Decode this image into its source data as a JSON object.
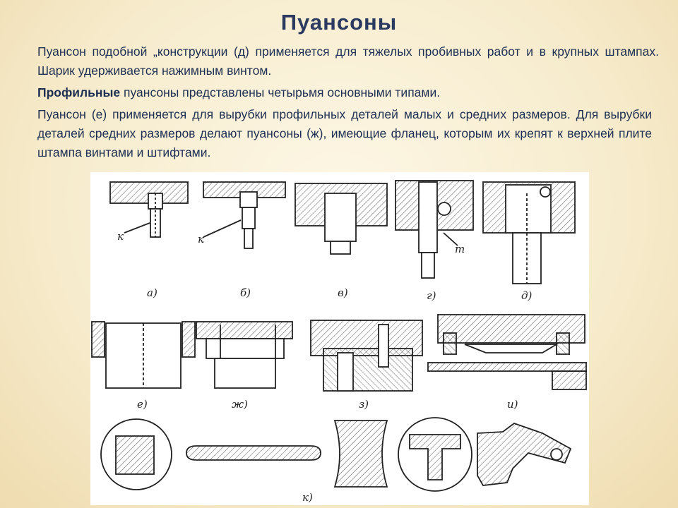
{
  "slide": {
    "title": "Пуансоны",
    "paragraph1": "Пуансон подобной „конструкции (д) применяется для тяжелых пробивных работ и в крупных штампах. Шарик удерживается нажимным винтом.",
    "paragraph2_bold": "Профильные",
    "paragraph2_rest": " пуансоны представлены четырьмя основными типами.",
    "paragraph3": "Пуансон (е) применяется для вырубки профильных деталей малых и средних размеров. Для вырубки деталей средних размеров делают пуансоны (ж), имеющие фланец, которым их крепят к верхней плите штампа винтами и штифтами."
  },
  "figure": {
    "labels": {
      "a": "а)",
      "b": "б)",
      "v": "в)",
      "g": "г)",
      "d": "д)",
      "e": "е)",
      "zh": "ж)",
      "z": "з)",
      "i": "и)",
      "k": "к)",
      "k_pointer1": "к",
      "k_pointer2": "к",
      "m_pointer": "т"
    },
    "colors": {
      "ink": "#222222",
      "hatch": "#555555",
      "paper": "#ffffff"
    }
  }
}
